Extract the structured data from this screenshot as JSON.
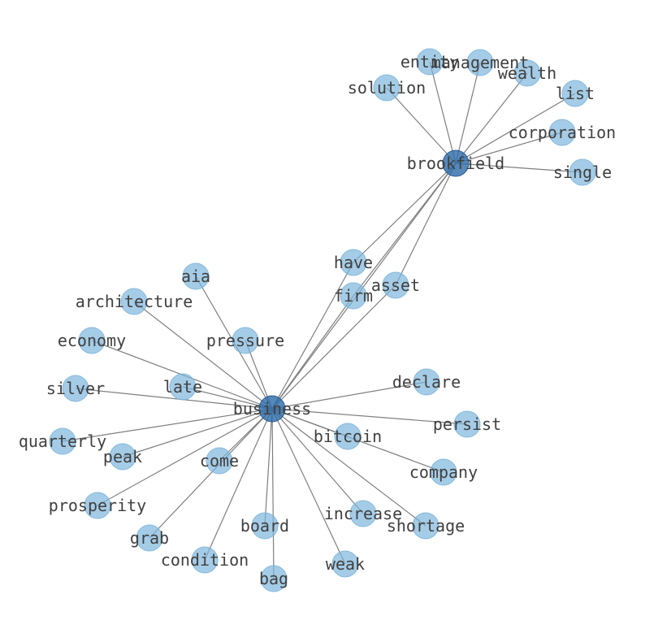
{
  "colors": {
    "leaf_node": "#7ab4dc",
    "hub_node": "#2f6eaa",
    "edge": "#7f7f7f",
    "label": "#404040"
  },
  "nodes": [
    {
      "id": "business",
      "label": "business",
      "hub": true
    },
    {
      "id": "brookfield",
      "label": "brookfield",
      "hub": true
    },
    {
      "id": "entity",
      "label": "entity"
    },
    {
      "id": "management",
      "label": "management"
    },
    {
      "id": "wealth",
      "label": "wealth"
    },
    {
      "id": "solution",
      "label": "solution"
    },
    {
      "id": "list",
      "label": "list"
    },
    {
      "id": "corporation",
      "label": "corporation"
    },
    {
      "id": "single",
      "label": "single"
    },
    {
      "id": "have",
      "label": "have"
    },
    {
      "id": "firm",
      "label": "firm"
    },
    {
      "id": "asset",
      "label": "asset"
    },
    {
      "id": "aia",
      "label": "aia"
    },
    {
      "id": "architecture",
      "label": "architecture"
    },
    {
      "id": "economy",
      "label": "economy"
    },
    {
      "id": "pressure",
      "label": "pressure"
    },
    {
      "id": "silver",
      "label": "silver"
    },
    {
      "id": "late",
      "label": "late"
    },
    {
      "id": "declare",
      "label": "declare"
    },
    {
      "id": "quarterly",
      "label": "quarterly"
    },
    {
      "id": "persist",
      "label": "persist"
    },
    {
      "id": "bitcoin",
      "label": "bitcoin"
    },
    {
      "id": "peak",
      "label": "peak"
    },
    {
      "id": "come",
      "label": "come"
    },
    {
      "id": "company",
      "label": "company"
    },
    {
      "id": "prosperity",
      "label": "prosperity"
    },
    {
      "id": "increase",
      "label": "increase"
    },
    {
      "id": "board",
      "label": "board"
    },
    {
      "id": "shortage",
      "label": "shortage"
    },
    {
      "id": "grab",
      "label": "grab"
    },
    {
      "id": "condition",
      "label": "condition"
    },
    {
      "id": "weak",
      "label": "weak"
    },
    {
      "id": "bag",
      "label": "bag"
    }
  ],
  "edges": [
    [
      "brookfield",
      "entity"
    ],
    [
      "brookfield",
      "management"
    ],
    [
      "brookfield",
      "wealth"
    ],
    [
      "brookfield",
      "solution"
    ],
    [
      "brookfield",
      "list"
    ],
    [
      "brookfield",
      "corporation"
    ],
    [
      "brookfield",
      "single"
    ],
    [
      "brookfield",
      "have"
    ],
    [
      "brookfield",
      "firm"
    ],
    [
      "brookfield",
      "asset"
    ],
    [
      "brookfield",
      "business"
    ],
    [
      "business",
      "have"
    ],
    [
      "business",
      "firm"
    ],
    [
      "business",
      "asset"
    ],
    [
      "business",
      "aia"
    ],
    [
      "business",
      "architecture"
    ],
    [
      "business",
      "economy"
    ],
    [
      "business",
      "pressure"
    ],
    [
      "business",
      "silver"
    ],
    [
      "business",
      "late"
    ],
    [
      "business",
      "declare"
    ],
    [
      "business",
      "quarterly"
    ],
    [
      "business",
      "persist"
    ],
    [
      "business",
      "bitcoin"
    ],
    [
      "business",
      "peak"
    ],
    [
      "business",
      "come"
    ],
    [
      "business",
      "company"
    ],
    [
      "business",
      "prosperity"
    ],
    [
      "business",
      "increase"
    ],
    [
      "business",
      "board"
    ],
    [
      "business",
      "shortage"
    ],
    [
      "business",
      "grab"
    ],
    [
      "business",
      "condition"
    ],
    [
      "business",
      "weak"
    ],
    [
      "business",
      "bag"
    ]
  ]
}
